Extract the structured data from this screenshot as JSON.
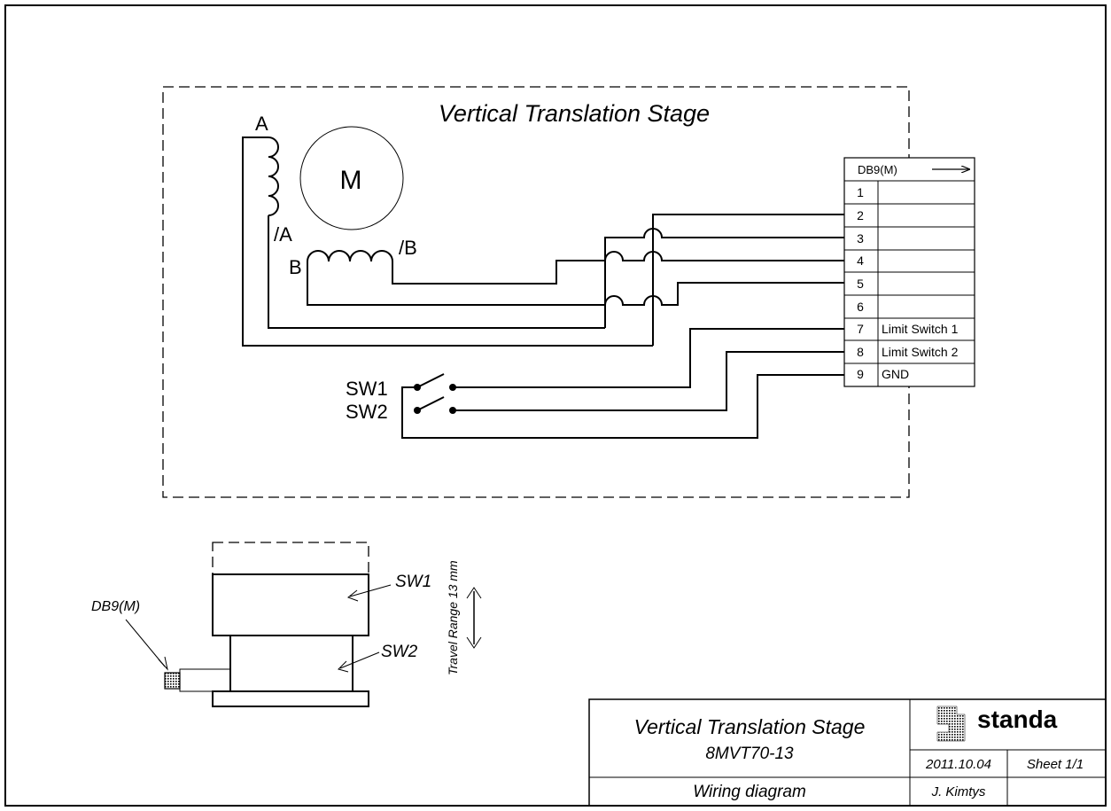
{
  "diagram": {
    "title": "Vertical Translation Stage",
    "motor_label": "M",
    "winding_labels": {
      "a": "A",
      "a_not": "/A",
      "b": "B",
      "b_not": "/B"
    },
    "connector": {
      "header": "DB9(M)",
      "pins": [
        {
          "number": "1",
          "label": ""
        },
        {
          "number": "2",
          "label": ""
        },
        {
          "number": "3",
          "label": ""
        },
        {
          "number": "4",
          "label": ""
        },
        {
          "number": "5",
          "label": ""
        },
        {
          "number": "6",
          "label": ""
        },
        {
          "number": "7",
          "label": "Limit Switch 1"
        },
        {
          "number": "8",
          "label": "Limit Switch 2"
        },
        {
          "number": "9",
          "label": "GND"
        }
      ]
    },
    "switch_labels": {
      "sw1": "SW1",
      "sw2": "SW2"
    }
  },
  "drawing": {
    "connector_label": "DB9(M)",
    "sw1_label": "SW1",
    "sw2_label": "SW2",
    "travel_label": "Travel Range 13 mm"
  },
  "title_block": {
    "title": "Vertical Translation Stage",
    "model": "8MVT70-13",
    "description": "Wiring diagram",
    "brand": "standa",
    "date": "2011.10.04",
    "sheet": "Sheet 1/1",
    "author": "J. Kimtys"
  }
}
